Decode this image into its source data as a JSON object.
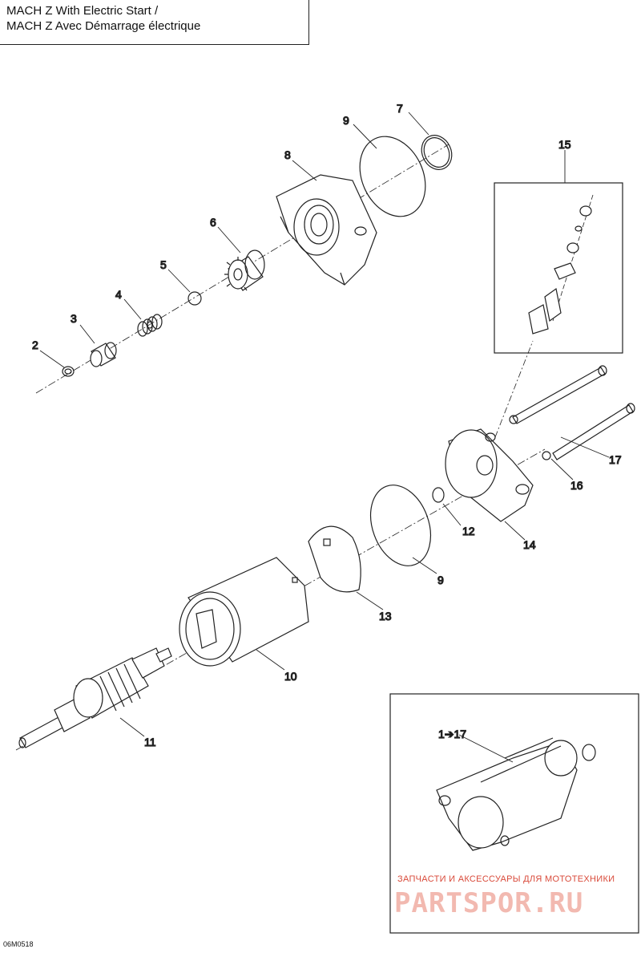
{
  "title": {
    "line1": "MACH Z  With Electric Start /",
    "line2": "MACH Z  Avec Démarrage électrique"
  },
  "callouts": {
    "c2": "2",
    "c3": "3",
    "c4": "4",
    "c5": "5",
    "c6": "6",
    "c7": "7",
    "c8": "8",
    "c9_top": "9",
    "c9_bottom": "9",
    "c10": "10",
    "c11": "11",
    "c12": "12",
    "c13": "13",
    "c14": "14",
    "c15": "15",
    "c16": "16",
    "c17": "17",
    "assembly": "1➔17"
  },
  "watermark": {
    "top": "ЗАПЧАСТИ И АКСЕССУАРЫ ДЛЯ МОТОТЕХНИКИ",
    "main": "PARTSPOR.RU"
  },
  "figure_code": "06M0518",
  "colors": {
    "line": "#222222",
    "watermark": "#d94a3a",
    "watermark_light": "#f2b9b0"
  }
}
